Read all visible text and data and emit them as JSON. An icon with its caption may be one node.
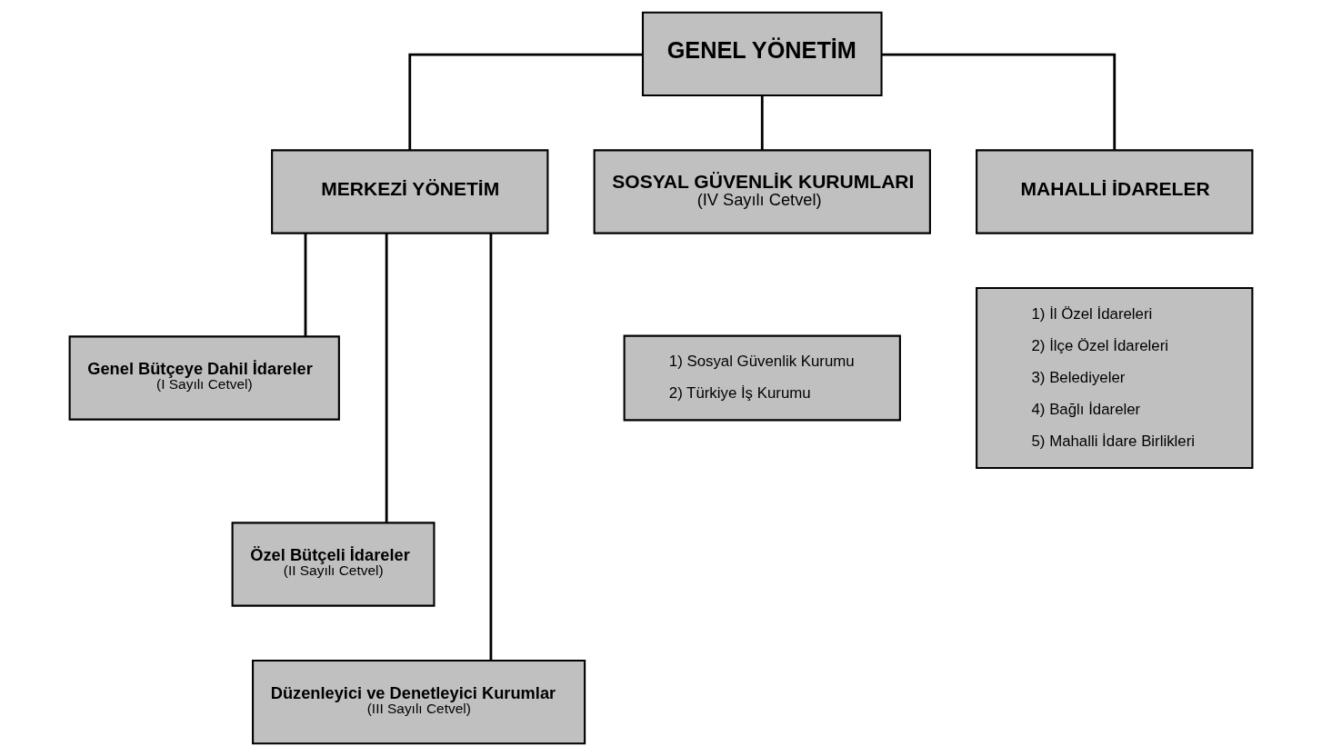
{
  "diagram": {
    "nodes": [
      {
        "text": [
          "GENEL YÖNETİM"
        ]
      },
      {
        "text": [
          "MERKEZİ YÖNETİM"
        ]
      },
      {
        "text": [
          "SOSYAL GÜVENLİK KURUMLARI",
          "(IV Sayılı Cetvel)"
        ]
      },
      {
        "text": [
          "MAHALLİ İDARELER"
        ]
      },
      {
        "text": [
          "Genel Bütçeye Dahil İdareler",
          "(I Sayılı Cetvel)"
        ]
      },
      {
        "text": [
          "Özel Bütçeli İdareler",
          "(II Sayılı Cetvel)"
        ]
      },
      {
        "text": [
          "Düzenleyici ve Denetleyici Kurumlar",
          "(III Sayılı Cetvel)"
        ]
      },
      {
        "text": [
          "1) Sosyal Güvenlik Kurumu",
          "2) Türkiye İş Kurumu"
        ]
      },
      {
        "text": [
          "1) İl Özel İdareleri",
          "2) İlçe Özel İdareleri",
          "3) Belediyeler",
          "4) Bağlı İdareler",
          "5) Mahalli İdare Birlikleri"
        ]
      }
    ],
    "edges": [
      {
        "from": 0,
        "to": 1,
        "arrow": "none"
      },
      {
        "from": 0,
        "to": 2,
        "arrow": "none"
      },
      {
        "from": 0,
        "to": 3,
        "arrow": "none"
      },
      {
        "from": 1,
        "to": 4,
        "arrow": "none"
      },
      {
        "from": 1,
        "to": 5,
        "arrow": "none"
      },
      {
        "from": 1,
        "to": 6,
        "arrow": "none"
      }
    ]
  }
}
